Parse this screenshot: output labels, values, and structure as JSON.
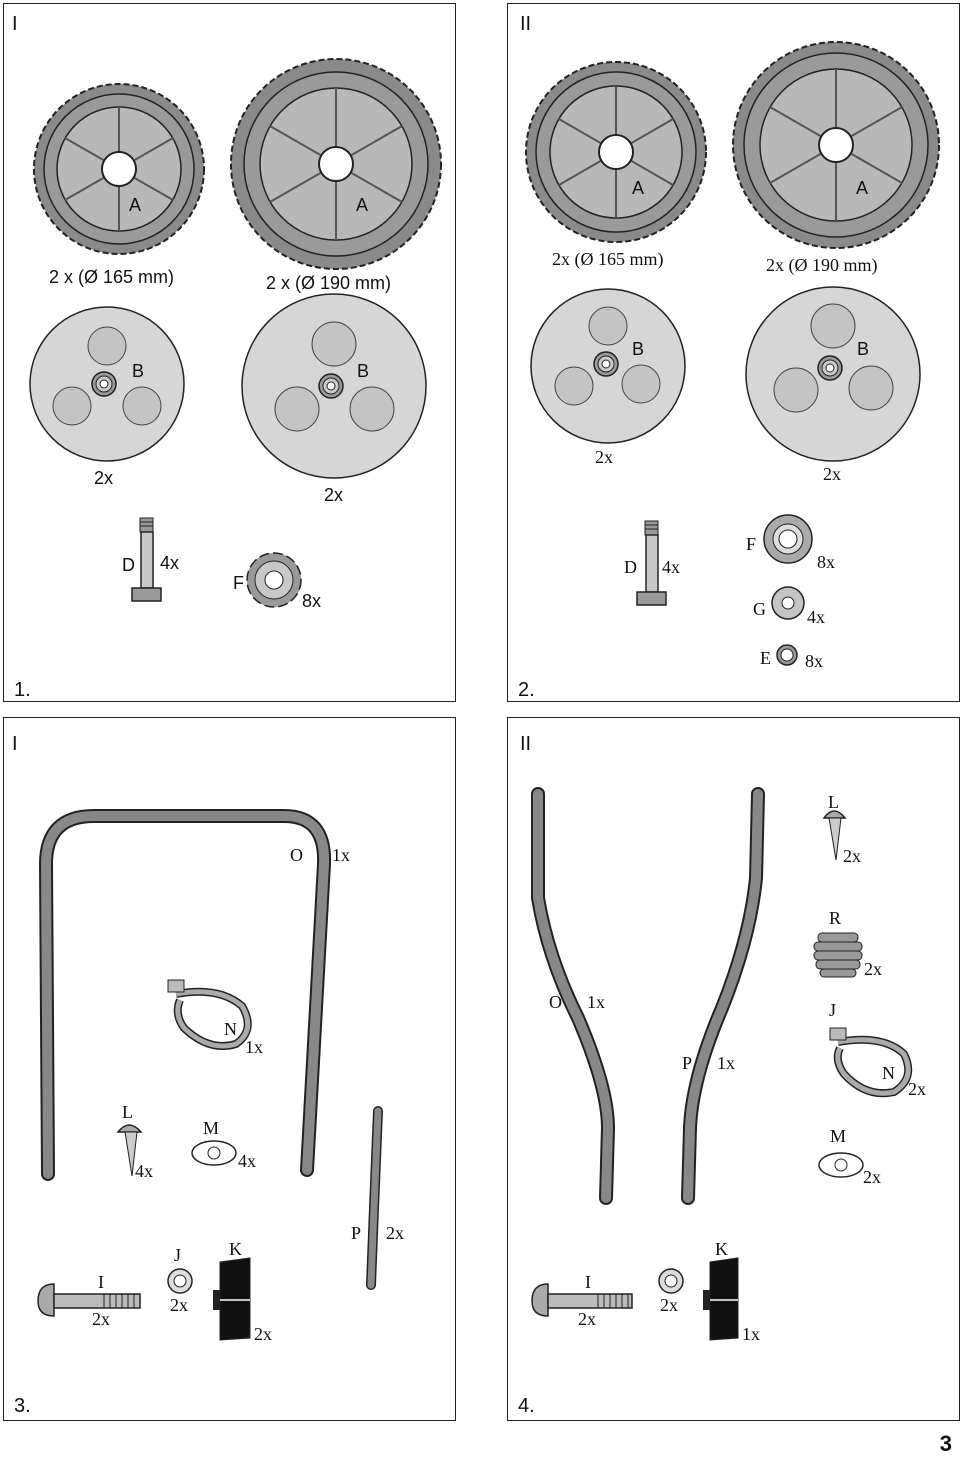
{
  "page_number": "3",
  "colors": {
    "tire": "#8a8a8a",
    "hub": "#b8b8b8",
    "disc": "#d6d6d6",
    "tube": "#888888",
    "dark": "#222222"
  },
  "panel1": {
    "corner": "I",
    "step": "1.",
    "wheel_a_small": "A",
    "wheel_a_large": "A",
    "wheel_small_caption": "2 x (Ø 165 mm)",
    "wheel_large_caption": "2 x (Ø 190 mm)",
    "disc_b_small": "B",
    "disc_b_large": "B",
    "disc_small_qty": "2x",
    "disc_large_qty": "2x",
    "bolt_d": "D",
    "bolt_d_qty": "4x",
    "part_f": "F",
    "part_f_qty": "8x"
  },
  "panel2": {
    "corner": "II",
    "step": "2.",
    "wheel_a_small": "A",
    "wheel_a_large": "A",
    "wheel_small_caption": "2x (Ø 165 mm)",
    "wheel_large_caption": "2x (Ø 190 mm)",
    "disc_b_small": "B",
    "disc_b_large": "B",
    "disc_small_qty": "2x",
    "disc_large_qty": "2x",
    "bolt_d": "D",
    "bolt_d_qty": "4x",
    "part_f": "F",
    "part_f_qty": "8x",
    "part_g": "G",
    "part_g_qty": "4x",
    "part_e": "E",
    "part_e_qty": "8x"
  },
  "panel3": {
    "corner": "I",
    "step": "3.",
    "frame_o": "O",
    "frame_o_qty": "1x",
    "strap_n": "N",
    "strap_n_qty": "1x",
    "screw_l": "L",
    "screw_l_qty": "4x",
    "clip_m": "M",
    "clip_m_qty": "4x",
    "tube_p": "P",
    "tube_p_qty": "2x",
    "bolt_i": "I",
    "bolt_i_qty": "2x",
    "washer_j": "J",
    "washer_j_qty": "2x",
    "knob_k": "K",
    "knob_k_qty": "2x"
  },
  "panel4": {
    "corner": "II",
    "step": "4.",
    "screw_l": "L",
    "screw_l_qty": "2x",
    "cap_r": "R",
    "cap_r_qty": "2x",
    "tube_o": "O",
    "tube_o_qty": "1x",
    "strap_j": "J",
    "tube_p": "P",
    "tube_p_qty": "1x",
    "strap_n": "N",
    "strap_n_qty": "2x",
    "clip_m": "M",
    "clip_m_qty": "2x",
    "bolt_i": "I",
    "bolt_i_qty": "2x",
    "washer_qty": "2x",
    "knob_k": "K",
    "knob_k_qty": "1x"
  }
}
